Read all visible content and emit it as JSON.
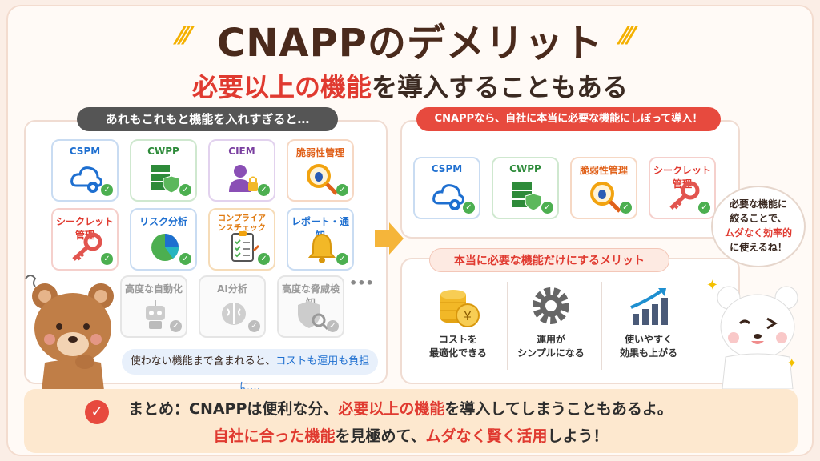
{
  "header": {
    "title": "CNAPPのデメリット",
    "subtitle_red": "必要以上の機能",
    "subtitle_rest": "を導入することもある"
  },
  "left": {
    "pill": "あれもこれもと機能を入れすぎると…",
    "cards": [
      {
        "label": "CSPM",
        "color": "#1e6fd0",
        "border": "#c9dcf2"
      },
      {
        "label": "CWPP",
        "color": "#2e8b3a",
        "border": "#cfe8cf"
      },
      {
        "label": "CIEM",
        "color": "#7a3fa0",
        "border": "#e2d2ee"
      },
      {
        "label": "脆弱性管理",
        "color": "#e0611a",
        "border": "#f6d8c4"
      },
      {
        "label": "シークレット管理",
        "color": "#e03a30",
        "border": "#f5d0cc"
      },
      {
        "label": "リスク分析",
        "color": "#1e6fd0",
        "border": "#c9dcf2"
      },
      {
        "label": "コンプライアンスチェック",
        "color": "#e07a10",
        "border": "#f6dcb8"
      },
      {
        "label": "レポート・通知",
        "color": "#1e6fd0",
        "border": "#c9dcf2"
      }
    ],
    "gray_cards": [
      "高度な自動化",
      "AI分析",
      "高度な脅威検知"
    ],
    "more": "•••",
    "bottom_black": "使わない機能まで含まれると、",
    "bottom_blue": "コストも運用も負担に…"
  },
  "right": {
    "pill": "CNAPPなら、自社に本当に必要な機能にしぼって導入！",
    "cards": [
      {
        "label": "CSPM",
        "color": "#1e6fd0",
        "border": "#c9dcf2"
      },
      {
        "label": "CWPP",
        "color": "#2e8b3a",
        "border": "#cfe8cf"
      },
      {
        "label": "脆弱性管理",
        "color": "#e0611a",
        "border": "#f6d8c4"
      },
      {
        "label": "シークレット管理",
        "color": "#e03a30",
        "border": "#f5d0cc"
      }
    ],
    "merit_pill": "本当に必要な機能だけにするメリット",
    "merits": [
      {
        "l1": "コストを",
        "l2": "最適化できる"
      },
      {
        "l1": "運用が",
        "l2": "シンプルになる"
      },
      {
        "l1": "使いやすく",
        "l2": "効果も上がる"
      }
    ]
  },
  "bubble": {
    "l1": "必要な機能に",
    "l2": "絞ることで、",
    "l3": "ムダなく効率的",
    "l4": "に使えるね！"
  },
  "summary": {
    "a": "まとめ：CNAPPは便利な分、",
    "b": "必要以上の機能",
    "c": "を導入してしまうこともあるよ。",
    "d": "自社に合った機能",
    "e": "を見極めて、",
    "f": "ムダなく賢く活用",
    "g": "しよう！"
  },
  "colors": {
    "accent_red": "#e03a30",
    "accent_blue": "#1e6fd0",
    "check_green": "#4caf50"
  }
}
